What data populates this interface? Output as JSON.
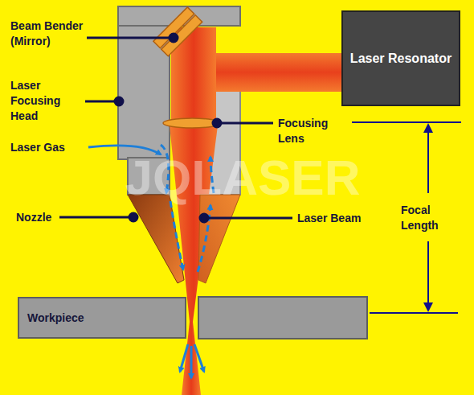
{
  "diagram": {
    "nodes": [
      {
        "text": [
          "Laser Resonator"
        ]
      },
      {
        "text": [
          "Workpiece"
        ]
      }
    ],
    "labels": [
      "Beam Bender (Mirror)",
      "Laser Focusing Head",
      "Laser Gas",
      "Nozzle",
      "Focusing Lens",
      "Laser Beam",
      "Focal Length",
      "JQLASER"
    ]
  }
}
